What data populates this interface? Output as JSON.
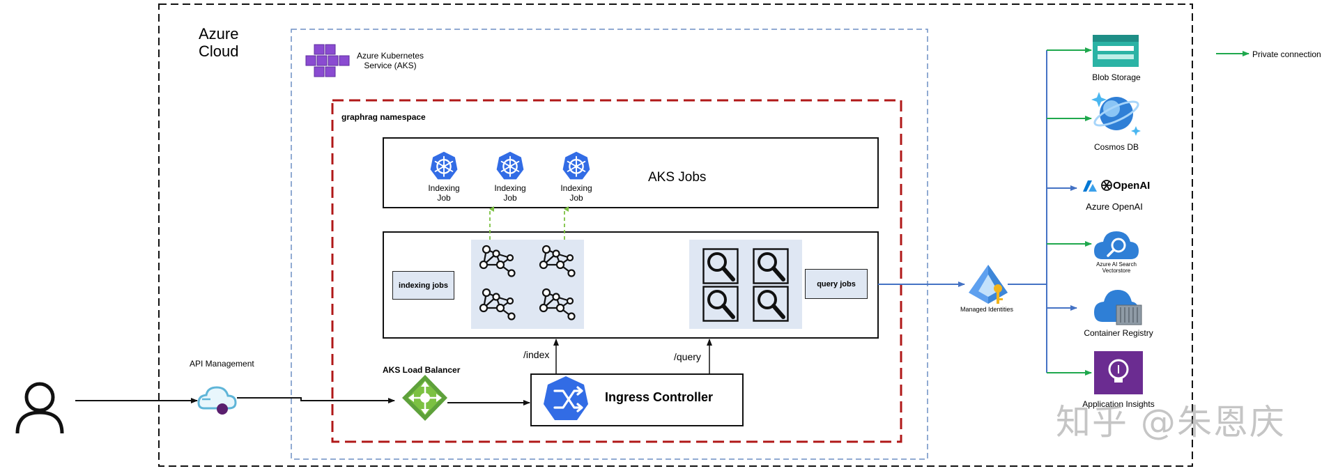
{
  "azure": {
    "line1": "Azure",
    "line2": "Cloud"
  },
  "aks": {
    "line1": "Azure Kubernetes",
    "line2": "Service (AKS)"
  },
  "namespace_label": "graphrag namespace",
  "jobs": {
    "title": "AKS Jobs",
    "items": [
      {
        "line1": "Indexing",
        "line2": "Job"
      },
      {
        "line1": "Indexing",
        "line2": "Job"
      },
      {
        "line1": "Indexing",
        "line2": "Job"
      }
    ]
  },
  "indexing_jobs_label": "indexing jobs",
  "query_jobs_label": "query jobs",
  "route_index": "/index",
  "route_query": "/query",
  "ingress_label": "Ingress Controller",
  "load_balancer_label": "AKS Load Balancer",
  "api_management_label": "API Management",
  "managed_identities_label": "Managed Identities",
  "legend_label": "Private connection",
  "services": {
    "blob": "Blob Storage",
    "cosmos": "Cosmos DB",
    "openai_brand": "OpenAI",
    "openai": "Azure OpenAI",
    "search_line1": "Azure AI Search",
    "search_line2": "Vectorstore",
    "registry": "Container Registry",
    "insights": "Application Insights"
  },
  "watermark": "知乎 @朱恩庆",
  "colors": {
    "outer_border": "#111111",
    "aks_border": "#6b8ec4",
    "namespace_border": "#b01818",
    "private_connection": "#1fa84d",
    "identity_link": "#4472c4",
    "job_dashed_arrow": "#7cc142",
    "kubernetes_blue": "#326ce5",
    "panel_fill": "#dfe7f3",
    "insights_purple": "#6b2c91"
  },
  "icons": [
    "person-icon",
    "api-management-icon",
    "load-balancer-icon",
    "ingress-icon",
    "kubernetes-helm-icon",
    "graph-nodes-icon",
    "magnifier-icon",
    "aks-cubes-icon",
    "managed-identity-icon",
    "blob-storage-icon",
    "cosmos-db-icon",
    "azure-logo-icon",
    "openai-logo-icon",
    "ai-search-icon",
    "container-registry-icon",
    "app-insights-icon"
  ]
}
